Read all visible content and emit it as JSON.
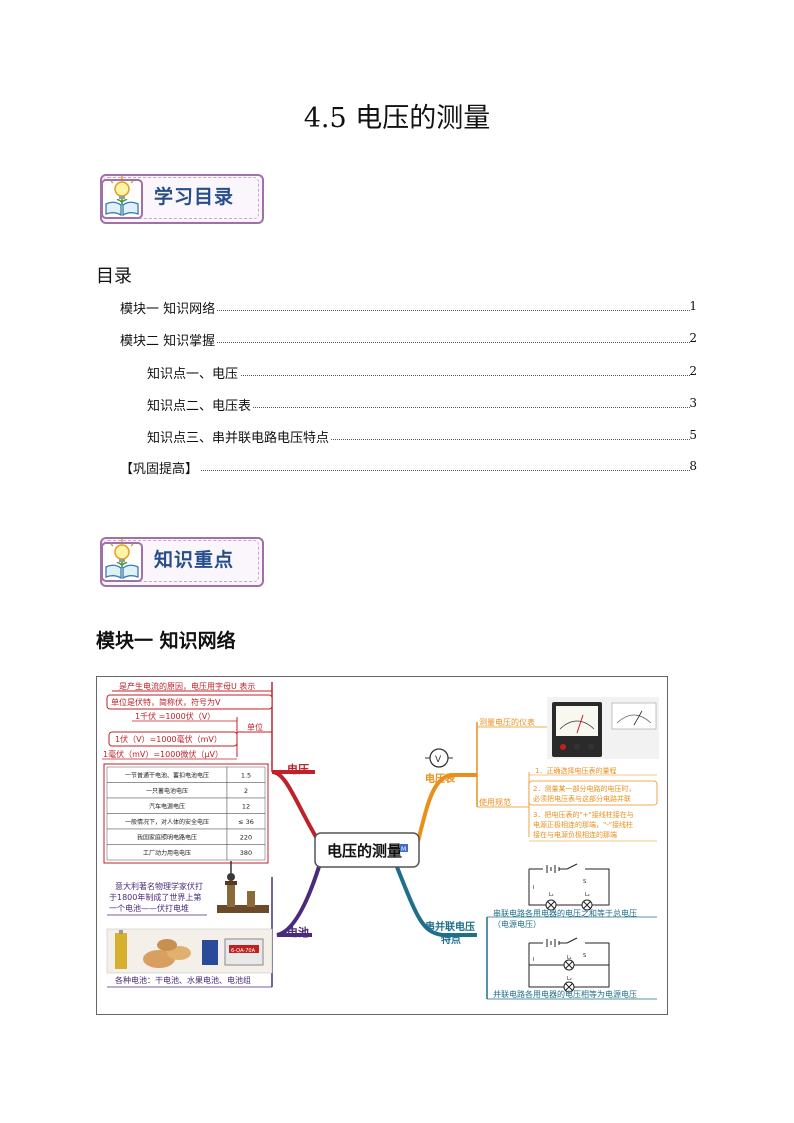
{
  "title": "4.5 电压的测量",
  "banners": {
    "study_catalog": "学习目录",
    "key_points": "知识重点"
  },
  "toc": {
    "heading": "目录",
    "items": [
      {
        "label": "模块一  知识网络",
        "page": "1",
        "indent": 1
      },
      {
        "label": "模块二  知识掌握",
        "page": "2",
        "indent": 1
      },
      {
        "label": "知识点一、电压",
        "page": "2",
        "indent": 2
      },
      {
        "label": "知识点二、电压表",
        "page": "3",
        "indent": 2
      },
      {
        "label": "知识点三、串并联电路电压特点",
        "page": "5",
        "indent": 2
      },
      {
        "label": "【巩固提高】",
        "page": "8",
        "indent": 0
      }
    ]
  },
  "module1_title": "模块一  知识网络",
  "mindmap": {
    "center": "电压的测量",
    "center_badge": "M",
    "voltage": {
      "label": "电压",
      "def1": "是产生电流的原因，电压用字母U 表示",
      "def2": "单位是伏特，简称伏，符号为V",
      "unit_label": "单位",
      "units": [
        "1千伏 =1000伏（V）",
        "1伏（V）=1000毫伏（mV）",
        "1毫伏（mV）=1000微伏（μV）"
      ],
      "table": [
        [
          "一节普通干电池、蓄扣电池电压",
          "1.5"
        ],
        [
          "一只蓄电池电压",
          "2"
        ],
        [
          "汽车电源电压",
          "12"
        ],
        [
          "一般情况下，对人体的安全电压",
          "≤ 36"
        ],
        [
          "我国家庭照明电路电压",
          "220"
        ],
        [
          "工厂动力用电电压",
          "380"
        ]
      ]
    },
    "battery": {
      "label": "电池",
      "history": [
        "意大利著名物理学家伏打",
        "于1800年制成了世界上第",
        "一个电池——伏打电堆"
      ],
      "types": "各种电池：干电池、水果电池、电池组",
      "battery_tag": "6-QA-70A"
    },
    "voltmeter": {
      "label": "电压表",
      "symbol": "V",
      "instrument": "测量电压的仪表",
      "usage": "使用规范",
      "rules": [
        "1．正确选择电压表的量程",
        "2．测量某一部分电路的电压时，",
        "必须把电压表与这部分电路并联",
        "3．把电压表的\"+\"接线柱接在与",
        "电源正极相连的那端，\"-\"接线柱",
        "接在与电源负极相连的那端"
      ]
    },
    "circuit": {
      "label1": "串并联电压",
      "label2": "特点",
      "series": [
        "串联电路各用电器的电压之和等于总电压",
        "（电源电压）"
      ],
      "parallel": "并联电路各用电器的电压相等为电源电压",
      "switch_mark": "S",
      "current_mark": "I",
      "lamp1": "L₁",
      "lamp2": "L₂"
    }
  },
  "colors": {
    "red_branch": "#c0202a",
    "orange_branch": "#e8901c",
    "purple_branch": "#4a2a7a",
    "teal_branch": "#1f6f8b",
    "banner_text": "#264e8a"
  }
}
